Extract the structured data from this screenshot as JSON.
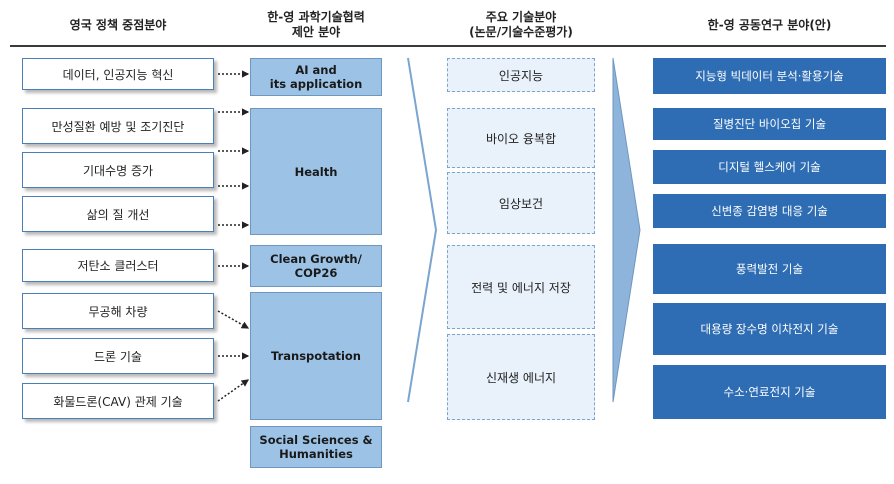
{
  "headers": {
    "policy": "영국 정책 중점분야",
    "coop_line1": "한-영 과학기술협력",
    "coop_line2": "제안 분야",
    "tech_line1": "주요 기술분야",
    "tech_line2": "(논문/기술수준평가)",
    "joint": "한-영 공동연구 분야(안)"
  },
  "policy_items": [
    "데이터, 인공지능 혁신",
    "만성질환 예방 및 조기진단",
    "기대수명 증가",
    "삶의 질 개선",
    "저탄소 클러스터",
    "무공해 차량",
    "드론 기술",
    "화물드론(CAV) 관제 기술"
  ],
  "coop_areas": [
    {
      "line1": "AI and",
      "line2": "its application"
    },
    {
      "line1": "Health",
      "line2": ""
    },
    {
      "line1": "Clean Growth/",
      "line2": "COP26"
    },
    {
      "line1": "Transpotation",
      "line2": ""
    },
    {
      "line1": "Social Sciences &",
      "line2": "Humanities"
    }
  ],
  "tech_fields": [
    "인공지능",
    "바이오 융복합",
    "임상보건",
    "전력 및 에너지 저장",
    "신재생 에너지"
  ],
  "joint_research": [
    "지능형 빅데이터 분석·활용기술",
    "질병진단 바이오칩 기술",
    "디지털 헬스케어 기술",
    "신변종 감염병 대응 기술",
    "풍력발전 기술",
    "대용량 장수명 이차전지 기술",
    "수소·연료전지 기술"
  ],
  "colors": {
    "coop_fill": "#9cc3e6",
    "tech_fill": "#e9f1fa",
    "joint_fill": "#2e6db4",
    "big_arrow": "#8fb4dc"
  }
}
